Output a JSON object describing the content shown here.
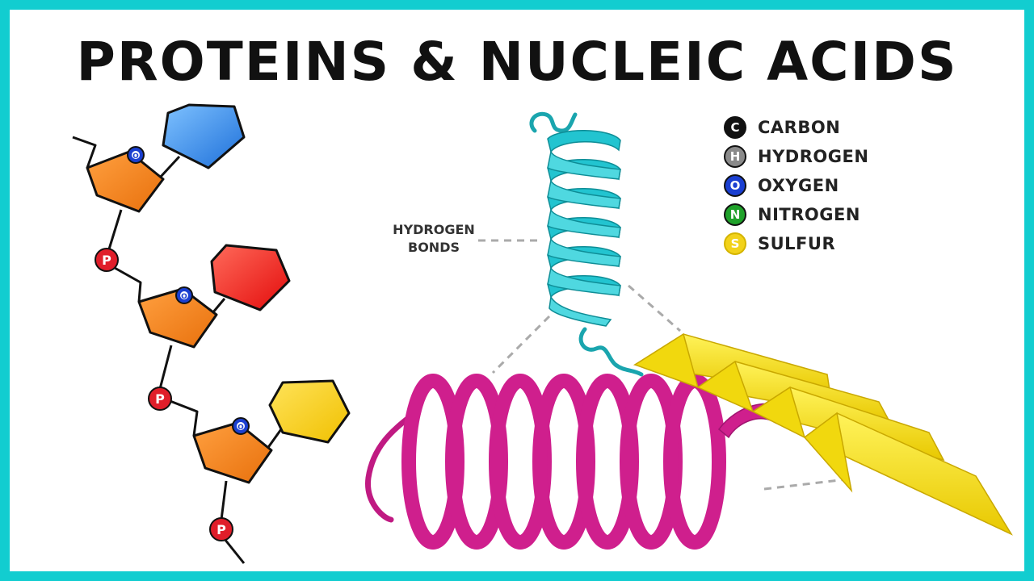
{
  "title": "PROTEINS & NUCLEIC ACIDS",
  "hbond_label": {
    "line1": "HYDROGEN",
    "line2": "BONDS"
  },
  "legend": [
    {
      "symbol": "C",
      "label": "CARBON",
      "color": "#111111"
    },
    {
      "symbol": "H",
      "label": "HYDROGEN",
      "color": "#8a8a8a"
    },
    {
      "symbol": "O",
      "label": "OXYGEN",
      "color": "#1a3fd1"
    },
    {
      "symbol": "N",
      "label": "NITROGEN",
      "color": "#1fa12a"
    },
    {
      "symbol": "S",
      "label": "SULFUR",
      "color": "#f2d21a"
    }
  ],
  "atom_labels": {
    "oxygen": "O",
    "phosphate": "P"
  },
  "colors": {
    "frame": "#12cdd0",
    "sugar": "#f7881f",
    "base_1": "#2a8cf0",
    "base_2": "#f02020",
    "base_3": "#f8d11a",
    "phosphate": "#e01e2a",
    "alpha_helix_small": "#22c4d0",
    "alpha_helix_large": "#cf1f8d",
    "beta_sheet": "#f4e31e"
  }
}
